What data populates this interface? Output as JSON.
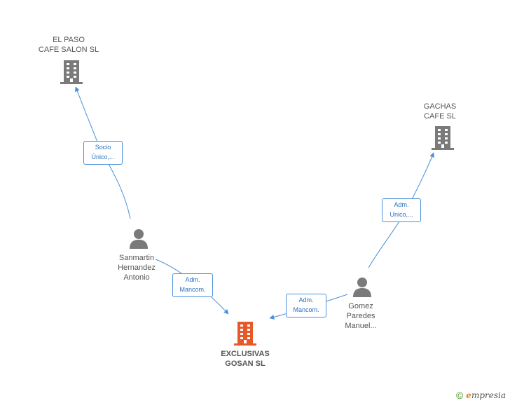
{
  "colors": {
    "company": "#7a7a7a",
    "company_main": "#e8592a",
    "person": "#7a7a7a",
    "edge": "#4a90d9",
    "edge_label_text": "#2a6fbf"
  },
  "nodes": {
    "el_paso": {
      "line1": "EL PASO",
      "line2": "CAFE SALON SL"
    },
    "gachas": {
      "line1": "GACHAS",
      "line2": "CAFE SL"
    },
    "sanmartin": {
      "line1": "Sanmartin",
      "line2": "Hernandez",
      "line3": "Antonio"
    },
    "gomez": {
      "line1": "Gomez",
      "line2": "Paredes",
      "line3": "Manuel..."
    },
    "exclusivas": {
      "line1": "EXCLUSIVAS",
      "line2": "GOSAN SL"
    }
  },
  "edges": {
    "socio_unico": {
      "line1": "Socio",
      "line2": "Único,..."
    },
    "adm_unico": {
      "line1": "Adm.",
      "line2": "Unico,..."
    },
    "adm_mancom_left": {
      "line1": "Adm.",
      "line2": "Mancom."
    },
    "adm_mancom_right": {
      "line1": "Adm.",
      "line2": "Mancom."
    }
  },
  "footer": {
    "copyright": "©",
    "brand_first": "e",
    "brand_rest": "mpresia"
  }
}
